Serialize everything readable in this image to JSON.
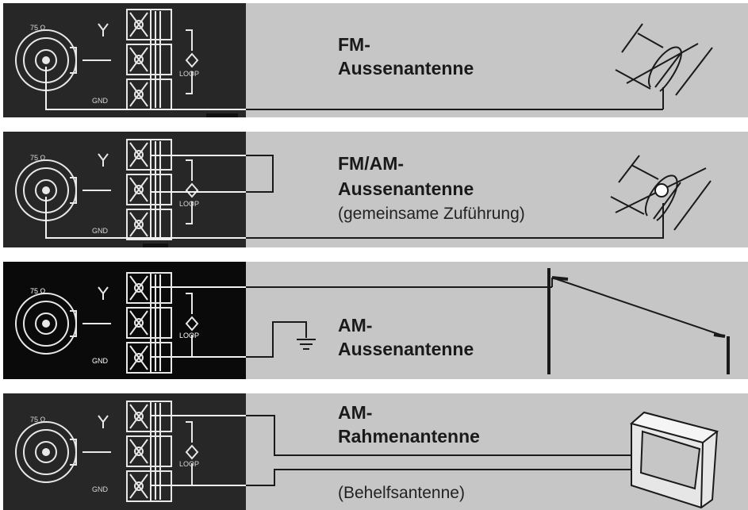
{
  "colors": {
    "panel": "#272727",
    "panel_black": "#0a0a0a",
    "gray_area": "#c6c6c6",
    "wire": "#f2f2f2",
    "ink": "#1a1a1a"
  },
  "terminal_labels": {
    "impedance": "75 Ω",
    "loop": "LOOP",
    "gnd": "GND"
  },
  "rows": [
    {
      "title_line1": "FM-",
      "title_line2": "Aussenantenne",
      "subtitle": "",
      "antenna_icon": "yagi-antenna-icon"
    },
    {
      "title_line1": "FM/AM-",
      "title_line2": "Aussenantenne",
      "subtitle": "(gemeinsame Zuführung)",
      "antenna_icon": "yagi-antenna-feed-icon"
    },
    {
      "title_line1": "AM-",
      "title_line2": "Aussenantenne",
      "subtitle": "",
      "antenna_icon": "longwire-antenna-icon"
    },
    {
      "title_line1": "AM-",
      "title_line2": "Rahmenantenne",
      "subtitle": "(Behelfsantenne)",
      "antenna_icon": "loop-frame-antenna-icon"
    }
  ]
}
